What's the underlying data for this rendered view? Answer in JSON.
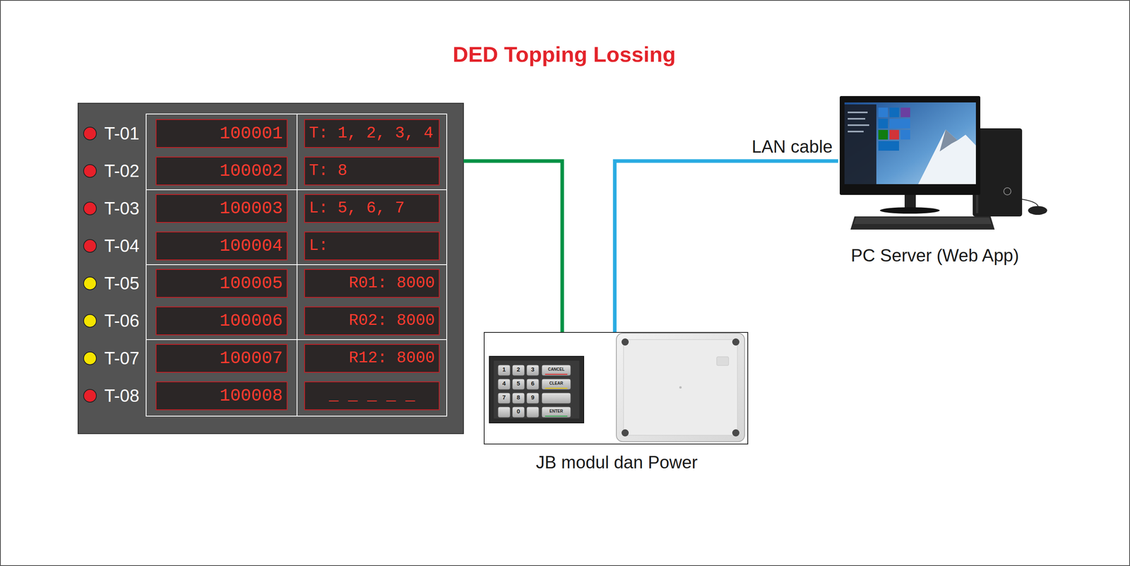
{
  "diagram": {
    "title": "DED Topping Lossing",
    "nodes": [
      {
        "text": [
          "T-01",
          "T-02",
          "T-03",
          "T-04",
          "T-05",
          "T-06",
          "T-07",
          "T-08"
        ]
      },
      {
        "text": [
          "100001"
        ],
        "in": 0
      },
      {
        "text": [
          "T: 1, 2, 3, 4"
        ],
        "in": 0
      },
      {
        "text": [
          "100002"
        ],
        "in": 0
      },
      {
        "text": [
          "T: 8"
        ],
        "in": 0
      },
      {
        "text": [
          "100003"
        ],
        "in": 0
      },
      {
        "text": [
          "L: 5, 6, 7"
        ],
        "in": 0
      },
      {
        "text": [
          "100004"
        ],
        "in": 0
      },
      {
        "text": [
          "L:"
        ],
        "in": 0
      },
      {
        "text": [
          "100005"
        ],
        "in": 0
      },
      {
        "text": [
          "R01: 8000"
        ],
        "in": 0
      },
      {
        "text": [
          "100006"
        ],
        "in": 0
      },
      {
        "text": [
          "R02: 8000"
        ],
        "in": 0
      },
      {
        "text": [
          "100007"
        ],
        "in": 0
      },
      {
        "text": [
          "R12: 8000"
        ],
        "in": 0
      },
      {
        "text": [
          "100008"
        ],
        "in": 0
      },
      {
        "text": [
          "_ _ _ _ _"
        ],
        "in": 0
      },
      {
        "text": [
          "JB modul dan Power"
        ]
      },
      {
        "text": [
          "PC Server (Web App)"
        ]
      }
    ],
    "edges": [
      {
        "from": 0,
        "to": 17,
        "arrow": "none"
      },
      {
        "from": 17,
        "to": 18,
        "label": "LAN cable",
        "arrow": "none"
      }
    ],
    "labels": [
      "1",
      "2",
      "3",
      "CANCEL",
      "4",
      "5",
      "6",
      "CLEAR",
      "7",
      "8",
      "9",
      "0",
      "ENTER"
    ]
  }
}
